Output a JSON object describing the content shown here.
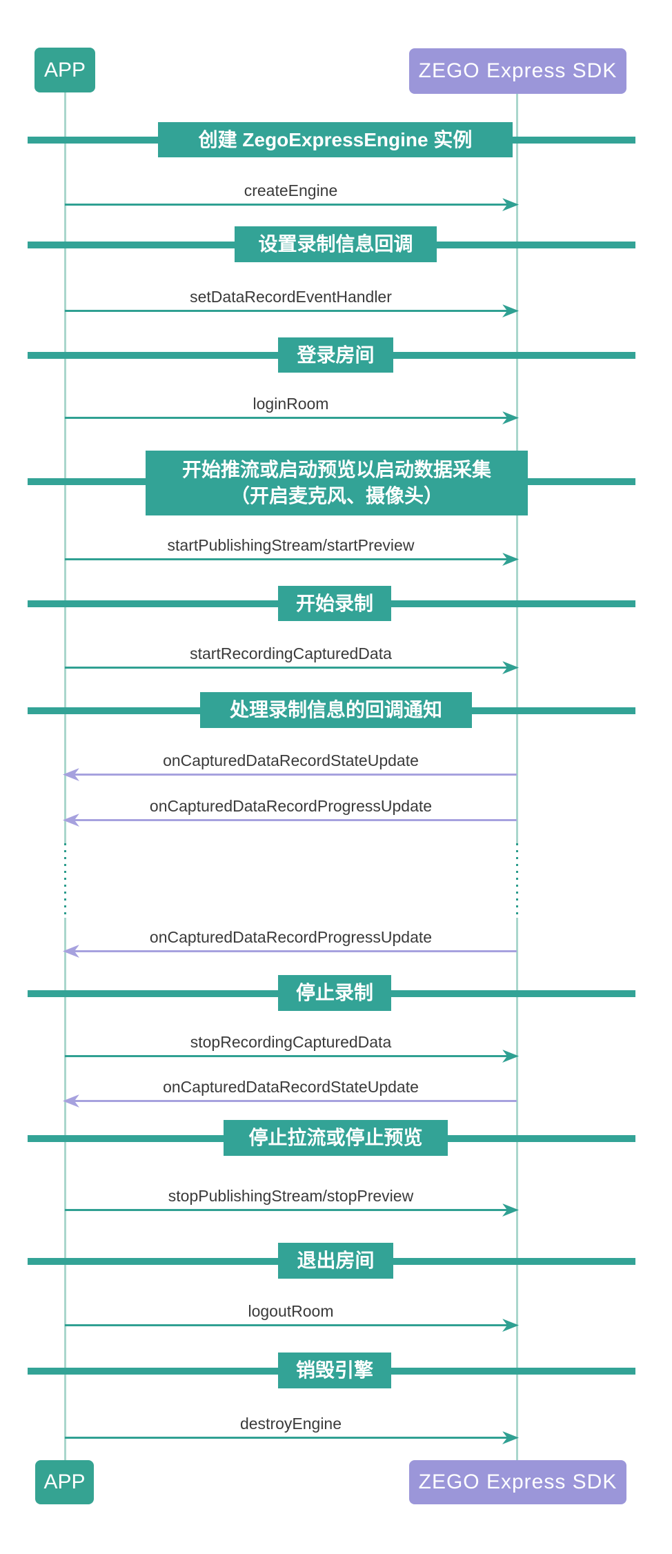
{
  "participants": {
    "left": "APP",
    "right": "ZEGO Express SDK"
  },
  "colors": {
    "teal_box": "#35a392",
    "teal_bar": "#33a396",
    "teal_arrow": "#2fa092",
    "purple_box": "#9b96d9",
    "purple_arrow": "#a6a1de",
    "lifeline": "#a9d6cc",
    "lifeline_dot": "#2b9c8c",
    "message_text": "#3a3a3a"
  },
  "phases": [
    {
      "label": "创建 ZegoExpressEngine 实例"
    },
    {
      "label": "设置录制信息回调"
    },
    {
      "label": "登录房间"
    },
    {
      "line1": "开始推流或启动预览以启动数据采集",
      "line2": "（开启麦克风、摄像头）"
    },
    {
      "label": "开始录制"
    },
    {
      "label": "处理录制信息的回调通知"
    },
    {
      "label": "停止录制"
    },
    {
      "label": "停止拉流或停止预览"
    },
    {
      "label": "退出房间"
    },
    {
      "label": "销毁引擎"
    }
  ],
  "messages": [
    {
      "label": "createEngine",
      "direction": "right"
    },
    {
      "label": "setDataRecordEventHandler",
      "direction": "right"
    },
    {
      "label": "loginRoom",
      "direction": "right"
    },
    {
      "label": "startPublishingStream/startPreview",
      "direction": "right"
    },
    {
      "label": "startRecordingCapturedData",
      "direction": "right"
    },
    {
      "label": "onCapturedDataRecordStateUpdate",
      "direction": "left"
    },
    {
      "label": "onCapturedDataRecordProgressUpdate",
      "direction": "left"
    },
    {
      "label": "onCapturedDataRecordProgressUpdate",
      "direction": "left"
    },
    {
      "label": "stopRecordingCapturedData",
      "direction": "right"
    },
    {
      "label": "onCapturedDataRecordStateUpdate",
      "direction": "left"
    },
    {
      "label": "stopPublishingStream/stopPreview",
      "direction": "right"
    },
    {
      "label": "logoutRoom",
      "direction": "right"
    },
    {
      "label": "destroyEngine",
      "direction": "right"
    }
  ]
}
